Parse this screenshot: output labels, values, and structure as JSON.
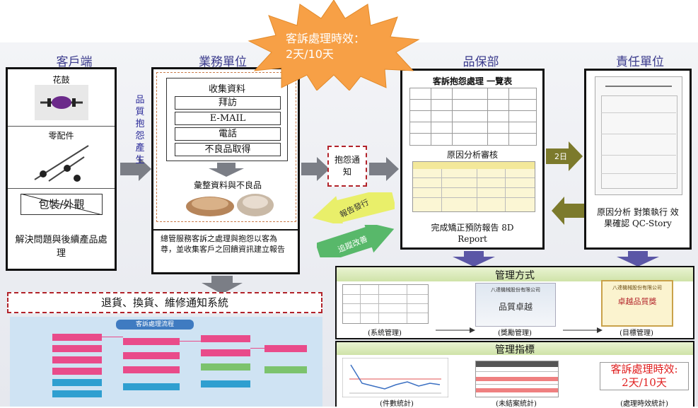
{
  "starburst": {
    "line1": "客訴處理時效：",
    "line2": "2天/10天",
    "color": "#f7a046"
  },
  "columns": {
    "customer": {
      "title": "客戶端",
      "item1": "花鼓",
      "item2": "零配件",
      "item3": "包裝/外觀",
      "footer": "解決問題與後續產品處理"
    },
    "sales": {
      "title": "業務單位",
      "side_label": "品質抱怨產生",
      "header": "收集資料",
      "items": [
        "拜訪",
        "E-MAIL",
        "電話",
        "不良品取得"
      ],
      "caption": "彙整資料與不良品",
      "footer": "總管服務客訴之處理與抱怨以客為尊，並收集客戶之回饋資訊建立報告"
    },
    "notice": {
      "label": "抱怨通知"
    },
    "qa": {
      "title": "品保部",
      "doc_title": "客訴抱怨處理 一覽表",
      "mid": "原因分析審核",
      "footer": "完成矯正預防報告 8D Report"
    },
    "responsible": {
      "title": "責任單位",
      "badge": "2日",
      "footer": "原因分析 對策執行 效果確認 QC-Story"
    }
  },
  "arrows": {
    "report_back": "報告發行",
    "follow_up": "追蹤改善"
  },
  "bottom_left": {
    "title": "退貨、換貨、維修通知系統",
    "chart_header": "客訴處理流程"
  },
  "management": {
    "title": "管理方式",
    "items": [
      "(系統管理)",
      "(獎勵管理)",
      "(目標管理)"
    ],
    "cert1": "品質卓越",
    "cert2": "卓越品質獎",
    "company": "八達機械股份有限公司"
  },
  "indicators": {
    "title": "管理指標",
    "items": [
      "(件數統計)",
      "(未結案統計)",
      "(處理時效統計)"
    ],
    "big_line1": "客訴處理時效:",
    "big_line2": "2天/10天",
    "accent": "#e02020"
  }
}
